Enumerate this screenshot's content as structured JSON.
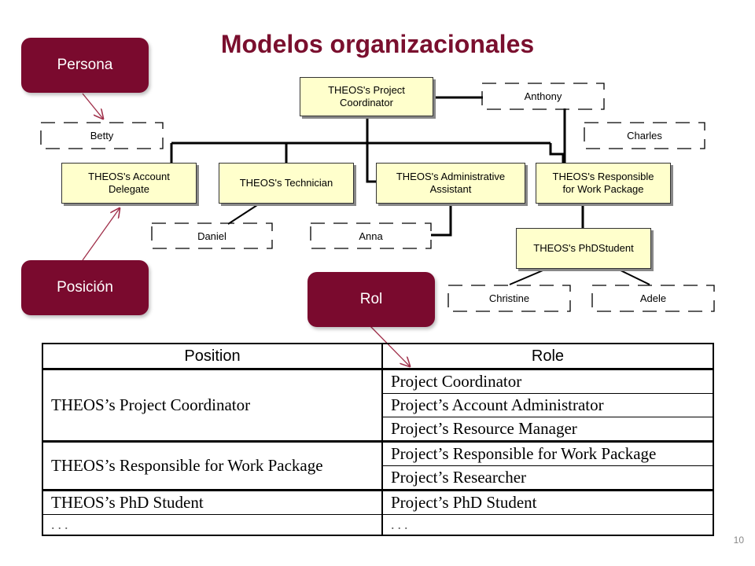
{
  "title": "Modelos organizacionales",
  "callouts": {
    "persona": "Persona",
    "posicion": "Posición",
    "rol": "Rol"
  },
  "org_chart": {
    "positions": {
      "project_coordinator": "THEOS's Project\nCoordinator",
      "account_delegate": "THEOS's Account\nDelegate",
      "technician": "THEOS's Technician",
      "administrative_assistant": "THEOS's Administrative\nAssistant",
      "responsible_work_package": "THEOS's Responsible\nfor Work Package",
      "phd_student": "THEOS's PhDStudent"
    },
    "persons": {
      "anthony": "Anthony",
      "betty": "Betty",
      "charles": "Charles",
      "daniel": "Daniel",
      "anna": "Anna",
      "christine": "Christine",
      "adele": "Adele"
    }
  },
  "table": {
    "headers": {
      "position": "Position",
      "role": "Role"
    },
    "rows": [
      {
        "position": "THEOS’s Project Coordinator",
        "roles": [
          "Project Coordinator",
          "Project’s Account Administrator",
          "Project’s Resource Manager"
        ]
      },
      {
        "position": "THEOS’s Responsible for Work Package",
        "roles": [
          "Project’s Responsible for Work Package",
          "Project’s Researcher"
        ]
      },
      {
        "position": "THEOS’s PhD Student",
        "roles": [
          "Project’s PhD Student"
        ]
      },
      {
        "position": "...",
        "roles": [
          "..."
        ]
      }
    ]
  },
  "page_number": "10",
  "colors": {
    "accent": "#7a0a2e",
    "title": "#7a0f2e",
    "position_box": "#ffffcc"
  }
}
